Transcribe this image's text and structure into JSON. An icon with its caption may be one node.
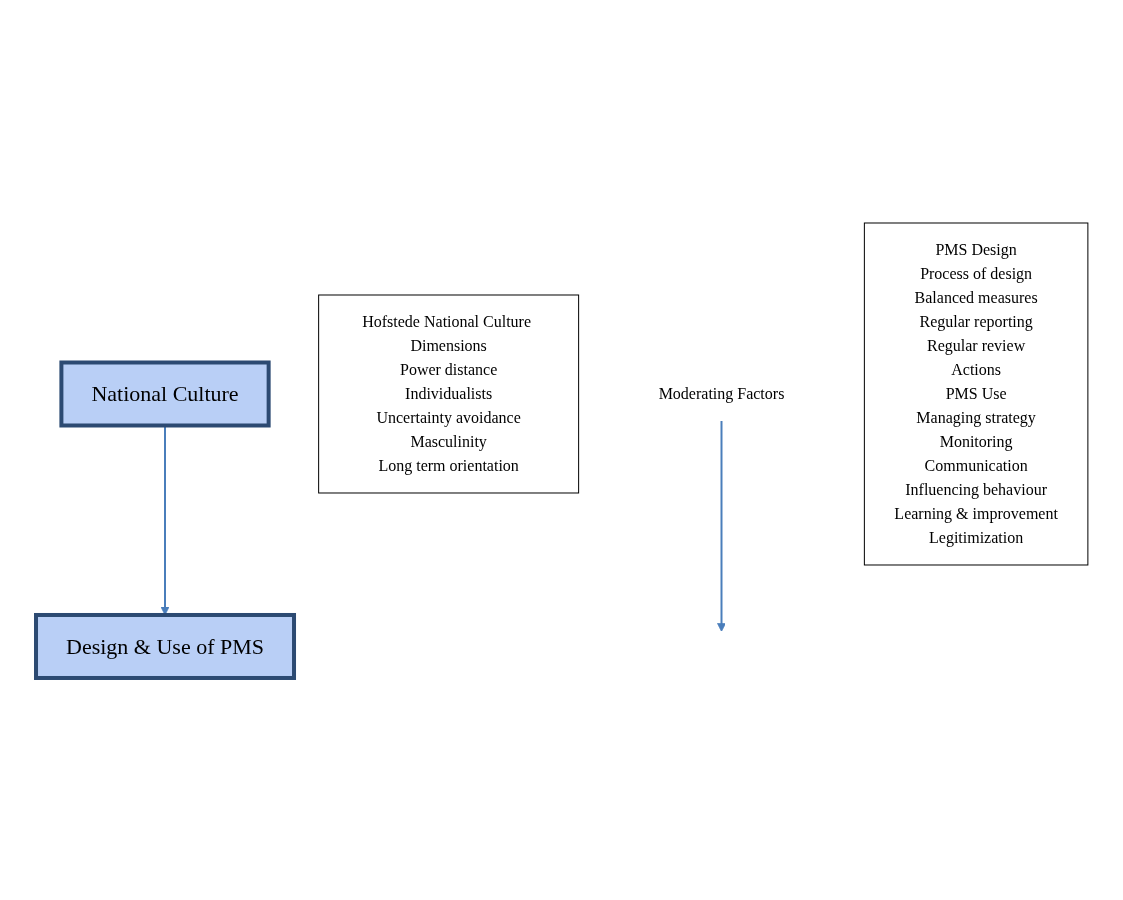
{
  "diagram": {
    "nodes": [
      {
        "text": [
          "National Culture"
        ]
      },
      {
        "text": [
          "Hofstede National Culture Dimensions",
          "Power distance",
          "Individualists",
          "Uncertainty avoidance",
          "Masculinity",
          "Long term orientation"
        ]
      },
      {
        "text": [
          "Moderating Factors"
        ]
      },
      {
        "text": [
          "Design & Use of PMS"
        ]
      },
      {
        "text": [
          "PMS Design",
          "Process of design",
          "Balanced measures",
          "Regular reporting",
          "Regular review",
          "Actions",
          "PMS Use",
          "Managing strategy",
          "Monitoring",
          "Communication",
          "Influencing behaviour",
          "Learning & improvement",
          "Legitimization"
        ]
      }
    ],
    "edges": [
      {
        "from": 0,
        "to": 3,
        "arrow": "to"
      },
      {
        "from": 2,
        "to": null,
        "arrow": "to"
      }
    ]
  }
}
